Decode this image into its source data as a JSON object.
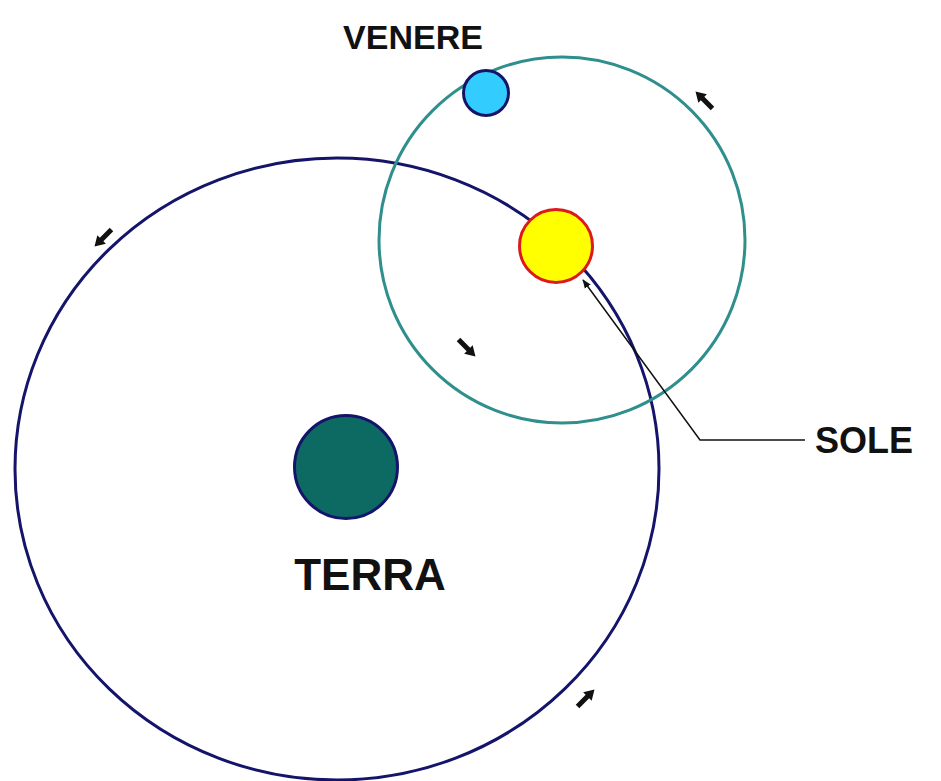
{
  "diagram": {
    "nodes": [
      {
        "text": [
          "VENERE"
        ]
      },
      {
        "text": [
          "SOLE"
        ]
      },
      {
        "text": [
          "TERRA"
        ]
      }
    ]
  }
}
